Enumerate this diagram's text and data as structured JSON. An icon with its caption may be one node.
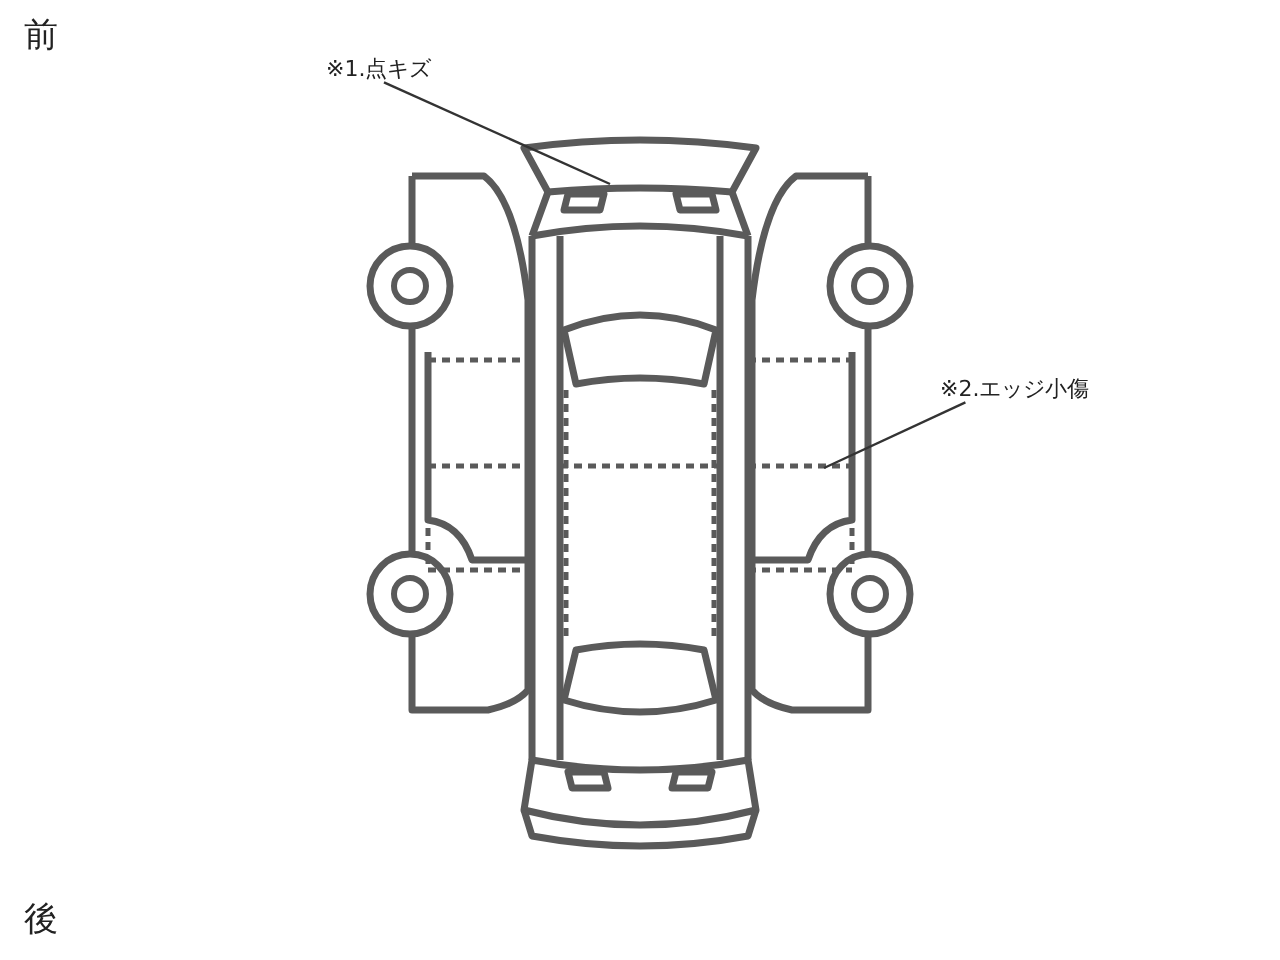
{
  "diagram": {
    "nodes": [
      {
        "text": [
          "※1.点キズ"
        ]
      },
      {
        "text": [
          "※2.エッジ小傷"
        ]
      }
    ],
    "edges": [
      {
        "from": 0,
        "to": null,
        "arrow": "none"
      },
      {
        "from": 1,
        "to": null,
        "arrow": "none"
      }
    ],
    "labels": [
      "前",
      "後"
    ]
  }
}
